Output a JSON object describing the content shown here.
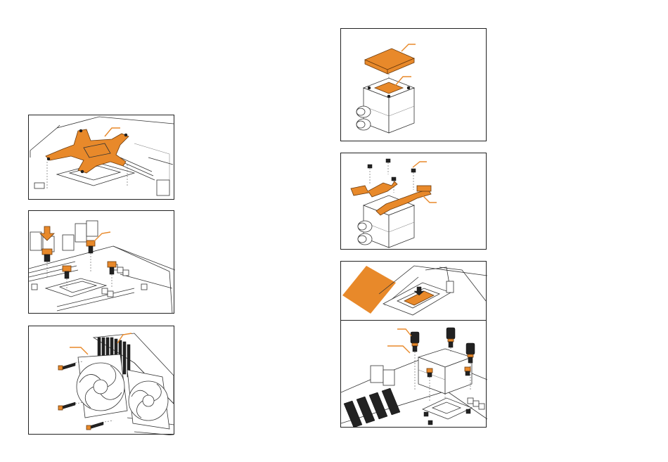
{
  "colors": {
    "accent": "#E8892A",
    "line": "#333333",
    "background": "#FFFFFF"
  },
  "panels": [
    {
      "id": "backplate",
      "icon": "backplate-bracket-icon"
    },
    {
      "id": "standoffs",
      "icon": "standoff-screw-icon"
    },
    {
      "id": "fans",
      "icon": "fan-radiator-icon"
    },
    {
      "id": "pump-cover",
      "icon": "pump-cover-icon"
    },
    {
      "id": "pump-brackets",
      "icon": "mounting-bracket-icon"
    },
    {
      "id": "thermal-paste",
      "icon": "thermal-paste-icon"
    },
    {
      "id": "pump-mount",
      "icon": "thumbscrew-icon"
    }
  ]
}
